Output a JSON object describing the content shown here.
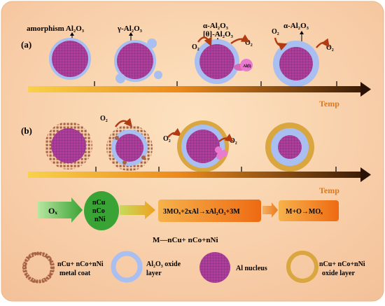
{
  "panel_a": {
    "label": "(a)",
    "stage_labels": {
      "s1": "amorphism Al₂O₃",
      "s2": "γ-Al₂O₃",
      "s3_line1": "α-Al₂O₃",
      "s3_line2": "[θ]-Al₂O₃",
      "s4": "α-Al₂O₃"
    },
    "o2": "O₂",
    "al_ion": "Al(l)",
    "axis_label": "Temp"
  },
  "panel_b": {
    "label": "(b)",
    "o2": "O₂",
    "axis_label": "Temp"
  },
  "flow": {
    "ox": "Oₓ",
    "metals": [
      "nCu",
      "nCo",
      "nNi"
    ],
    "reaction1": "3MOₓ+2xAl→xAl₂O₃+3M",
    "reaction2": "M+O→MOₓ",
    "definition": "M—nCu+ nCo+nNi"
  },
  "legend": {
    "metal_coat_line1": "nCu+ nCo+nNi",
    "metal_coat_line2": "metal coat",
    "oxide_line1": "Al₂O₃ oxide",
    "oxide_line2": "layer",
    "nucleus": "Al nucleus",
    "metal_oxide_line1": "nCu+ nCo+nNi",
    "metal_oxide_line2": "oxide layer"
  },
  "colors": {
    "nucleus": "#b23fa0",
    "alumina": "#a9bff1",
    "metal_coat": "#a86244",
    "metal_oxide": "#d9a640",
    "ox_green": "#4fb341",
    "reaction_orange": "#f2881a"
  }
}
